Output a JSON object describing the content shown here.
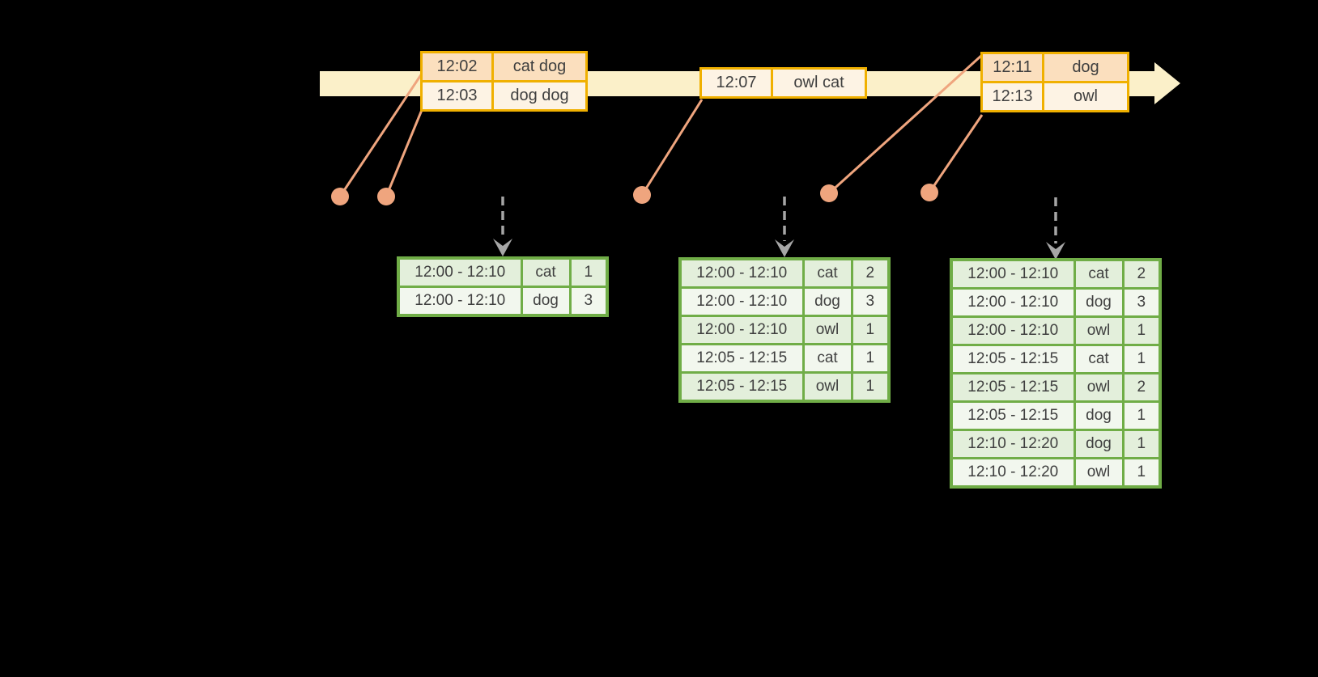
{
  "colors": {
    "background": "#000000",
    "timeline_fill": "#FBF0C9",
    "event_border": "#F0B000",
    "event_row_dark": "#FBDFBE",
    "event_row_light": "#FDF3E4",
    "connector": "#EFA57E",
    "trigger_arrow": "#A6A6A6",
    "result_border": "#70AD47",
    "result_row_dark": "#E3EFDB",
    "result_row_light": "#F2F7EE",
    "text": "#3F3F3F"
  },
  "event_tables": [
    {
      "rows": [
        {
          "time": "12:02",
          "words": "cat dog"
        },
        {
          "time": "12:03",
          "words": "dog dog"
        }
      ]
    },
    {
      "rows": [
        {
          "time": "12:07",
          "words": "owl cat"
        }
      ]
    },
    {
      "rows": [
        {
          "time": "12:11",
          "words": "dog"
        },
        {
          "time": "12:13",
          "words": "owl"
        }
      ]
    }
  ],
  "result_tables": [
    {
      "rows": [
        [
          "12:00 - 12:10",
          "cat",
          "1"
        ],
        [
          "12:00 - 12:10",
          "dog",
          "3"
        ]
      ]
    },
    {
      "rows": [
        [
          "12:00 - 12:10",
          "cat",
          "2"
        ],
        [
          "12:00 - 12:10",
          "dog",
          "3"
        ],
        [
          "12:00 - 12:10",
          "owl",
          "1"
        ],
        [
          "12:05 - 12:15",
          "cat",
          "1"
        ],
        [
          "12:05 - 12:15",
          "owl",
          "1"
        ]
      ]
    },
    {
      "rows": [
        [
          "12:00 - 12:10",
          "cat",
          "2"
        ],
        [
          "12:00 - 12:10",
          "dog",
          "3"
        ],
        [
          "12:00 - 12:10",
          "owl",
          "1"
        ],
        [
          "12:05 - 12:15",
          "cat",
          "1"
        ],
        [
          "12:05 - 12:15",
          "owl",
          "2"
        ],
        [
          "12:05 - 12:15",
          "dog",
          "1"
        ],
        [
          "12:10 - 12:20",
          "dog",
          "1"
        ],
        [
          "12:10 - 12:20",
          "owl",
          "1"
        ]
      ]
    }
  ]
}
